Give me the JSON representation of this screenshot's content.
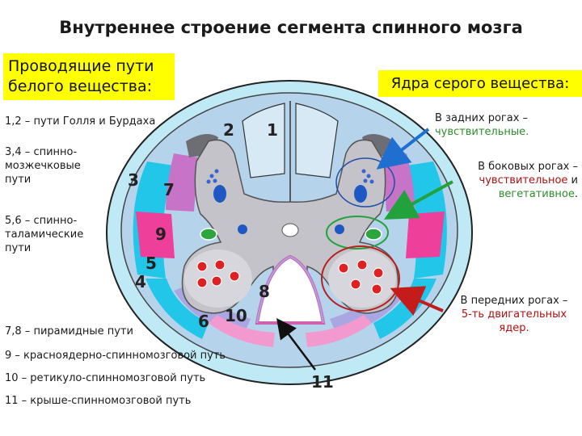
{
  "title": "Внутреннее строение сегмента спинного мозга",
  "left_box": {
    "line1": "Проводящие пути",
    "line2": "белого вещества:"
  },
  "right_box": "Ядра серого вещества:",
  "left_labels": {
    "l12": "1,2 – пути Голля и Бурдаха",
    "l34_1": "3,4 – спинно-",
    "l34_2": "мозжечковые",
    "l34_3": "пути",
    "l56_1": "5,6 – спинно-",
    "l56_2": "таламические",
    "l56_3": "пути",
    "l78": "7,8 – пирамидные пути",
    "l9": "9 – красноядерно-спинномозговой путь",
    "l10": "10 – ретикуло-спинномозговой путь",
    "l11": "11 – крыше-спинномозговой путь"
  },
  "right_labels": {
    "posterior_1": "В задних рогах –",
    "posterior_2": "чувствительные.",
    "lateral_1": "В боковых рогах –",
    "lateral_2a": "чувствительное",
    "lateral_2b": " и",
    "lateral_3": "вегетативное",
    "lateral_3b": ".",
    "anterior_1": "В передних рогах –",
    "anterior_2": "5-ть двигательных",
    "anterior_3": "ядер."
  },
  "numbers": {
    "n1": "1",
    "n2": "2",
    "n3": "3",
    "n4": "4",
    "n5": "5",
    "n6": "6",
    "n7": "7",
    "n8": "8",
    "n9": "9",
    "n10": "10",
    "n11": "11"
  },
  "colors": {
    "title_box": "#ffff00",
    "outer_membrane": "#bfeaf5",
    "cyan_tract": "#22c6e8",
    "pink_tract": "#ee3f9b",
    "violet_tract": "#c774c8",
    "lavender_tract": "#a9a6e2",
    "gray_matter": "#c3c3c9",
    "blue_arrow": "#1f6fd0",
    "green_arrow": "#22a23c",
    "red_arrow": "#c41b1b"
  }
}
